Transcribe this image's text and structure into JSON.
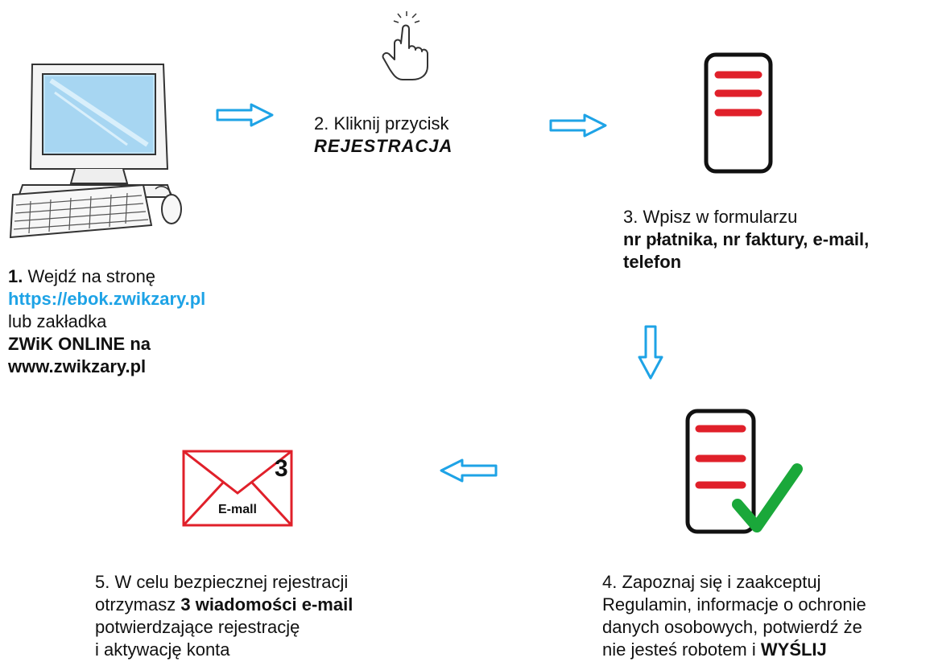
{
  "step1": {
    "num": "1.",
    "text": " Wejdź na stronę",
    "url": "https://ebok.zwikzary.pl",
    "line3": "lub zakładka",
    "line4": "ZWiK ONLINE na",
    "line5": "www.zwikzary.pl"
  },
  "step2": {
    "line1": "2. Kliknij przycisk",
    "line2": "REJESTRACJA"
  },
  "step3": {
    "line1": "3. Wpisz w formularzu",
    "line2": "nr płatnika, nr faktury, e-mail,",
    "line3": "telefon"
  },
  "step4": {
    "line1": "4. Zapoznaj się i zaakceptuj",
    "line2": "Regulamin, informacje o ochronie",
    "line3": "danych osobowych, potwierdź że",
    "line4_pre": "nie jesteś robotem i ",
    "line4_bold": "WYŚLIJ"
  },
  "step5": {
    "line1": "5. W celu bezpiecznej rejestracji",
    "line2_pre": "otrzymasz ",
    "line2_bold": "3 wiadomości e-mail",
    "line3": "potwierdzające rejestrację",
    "line4": "i aktywację konta"
  },
  "envelope": {
    "label": "E-mall",
    "count": "3"
  },
  "colors": {
    "arrow": "#1ea3e6",
    "form_line": "#e0202a",
    "check": "#1aa83a",
    "envelope": "#e0202a",
    "link": "#1ea3e6"
  },
  "icons": [
    "computer-icon",
    "hand-pointer-icon",
    "form-icon",
    "form-check-icon",
    "envelope-icon"
  ]
}
